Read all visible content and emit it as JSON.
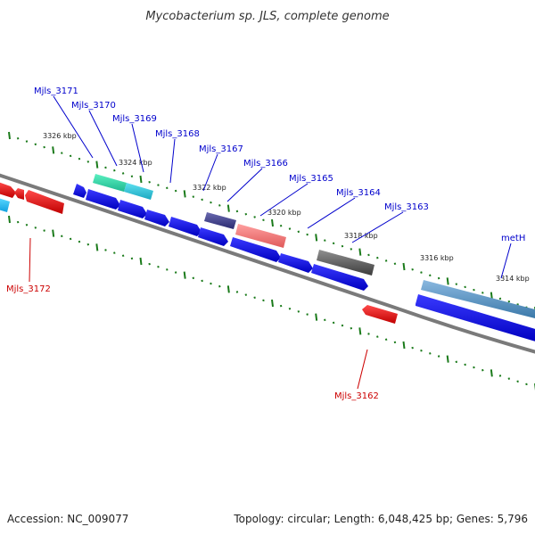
{
  "title": "Mycobacterium sp. JLS, complete genome",
  "footer": {
    "accession": "Accession: NC_009077",
    "summary": "Topology: circular; Length: 6,048,425 bp; Genes: 5,796"
  },
  "scale_labels": [
    "3326 kbp",
    "3324 kbp",
    "3322 kbp",
    "3320 kbp",
    "3318 kbp",
    "3316 kbp",
    "3314 kbp"
  ],
  "gene_labels": {
    "forward": [
      "Mjls_3171",
      "Mjls_3170",
      "Mjls_3169",
      "Mjls_3168",
      "Mjls_3167",
      "Mjls_3166",
      "Mjls_3165",
      "Mjls_3164",
      "Mjls_3163",
      "metH"
    ],
    "reverse": [
      "Mjls_3172",
      "Mjls_3162"
    ]
  },
  "colors": {
    "backbone": "#7a7a7a",
    "forward_gene": "#0000ee",
    "reverse_gene": "#ee0000",
    "tick": "#1a7a1a",
    "label_forward": "#0000cc",
    "label_reverse": "#cc0000"
  }
}
